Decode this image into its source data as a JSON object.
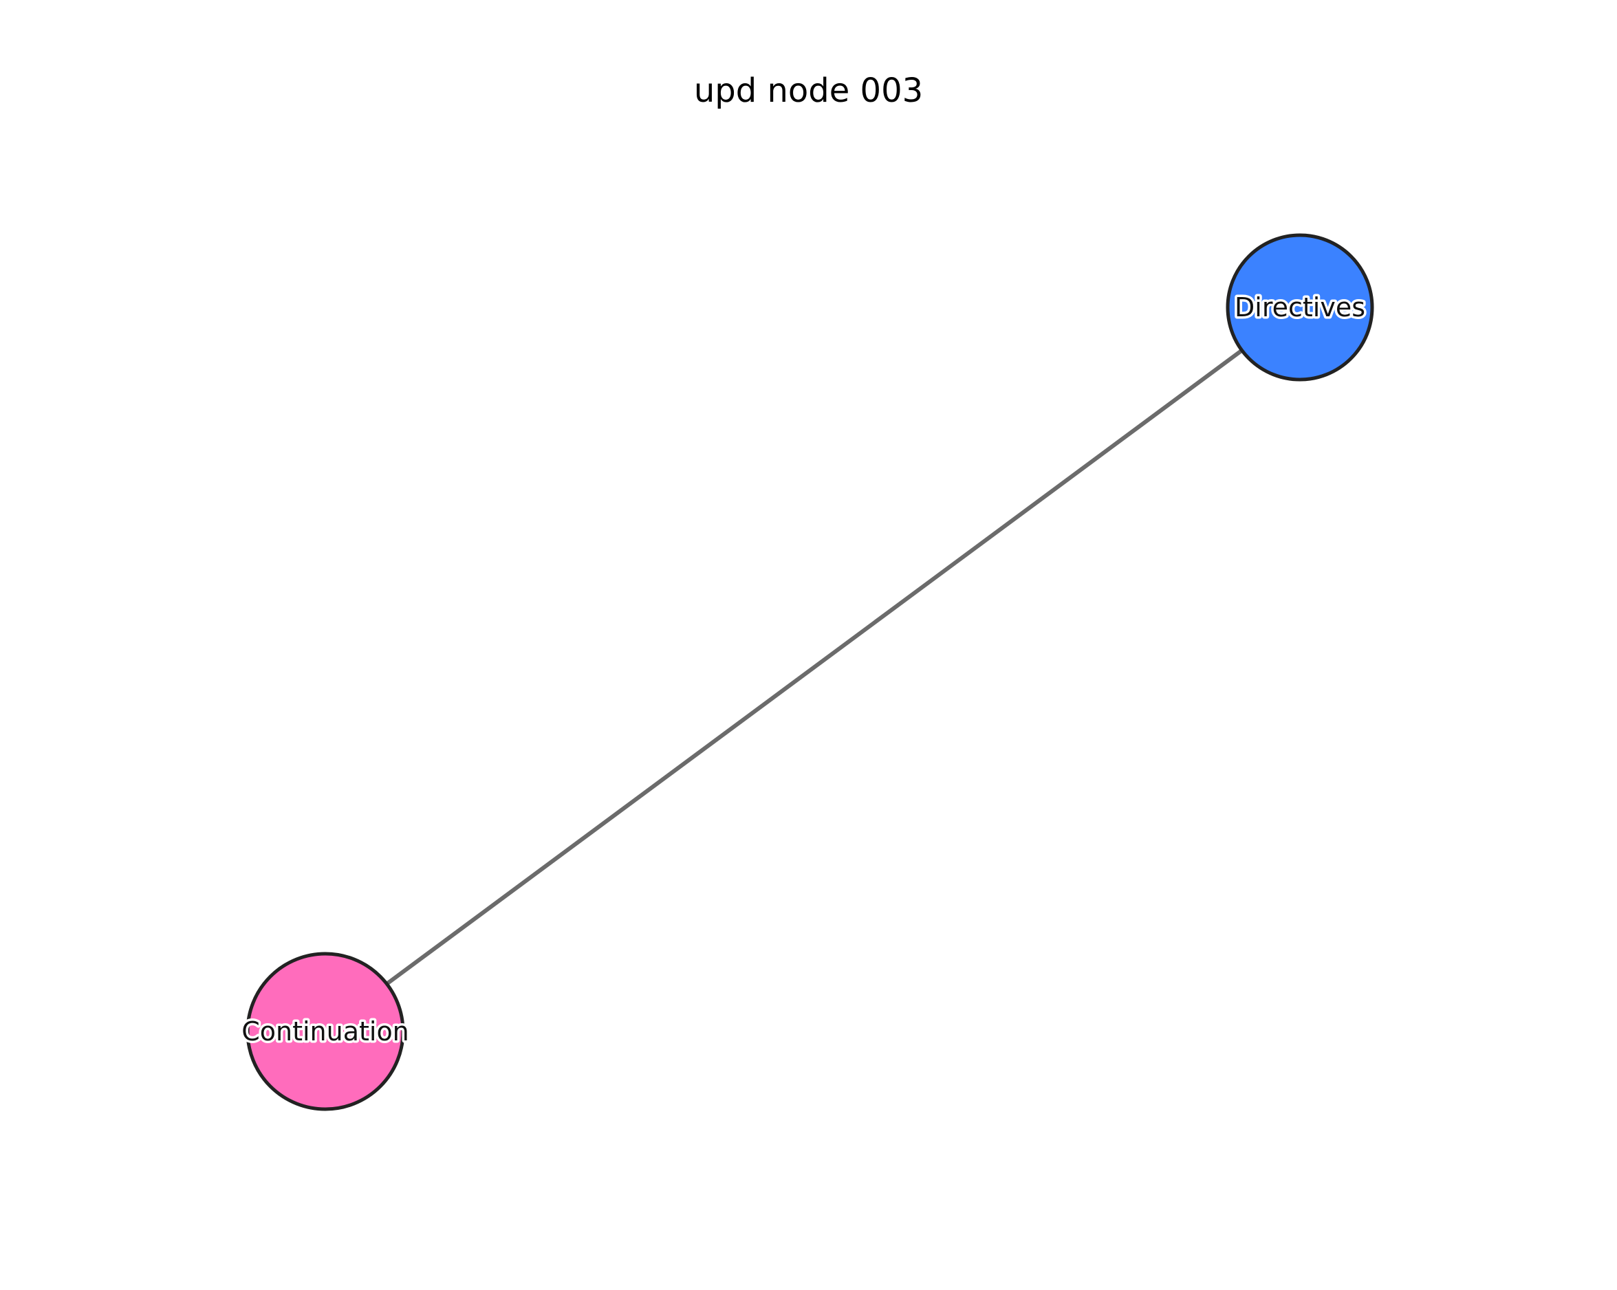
{
  "title": "upd node 003",
  "graph": {
    "nodes": [
      {
        "id": "directives",
        "label": "Directives",
        "color": "#3b82ff"
      },
      {
        "id": "continuation",
        "label": "Continuation",
        "color": "#ff6cbc"
      }
    ],
    "edges": [
      {
        "source": "continuation",
        "target": "directives",
        "color": "#6b6b6b"
      }
    ],
    "node_outline_color": "#222222"
  }
}
